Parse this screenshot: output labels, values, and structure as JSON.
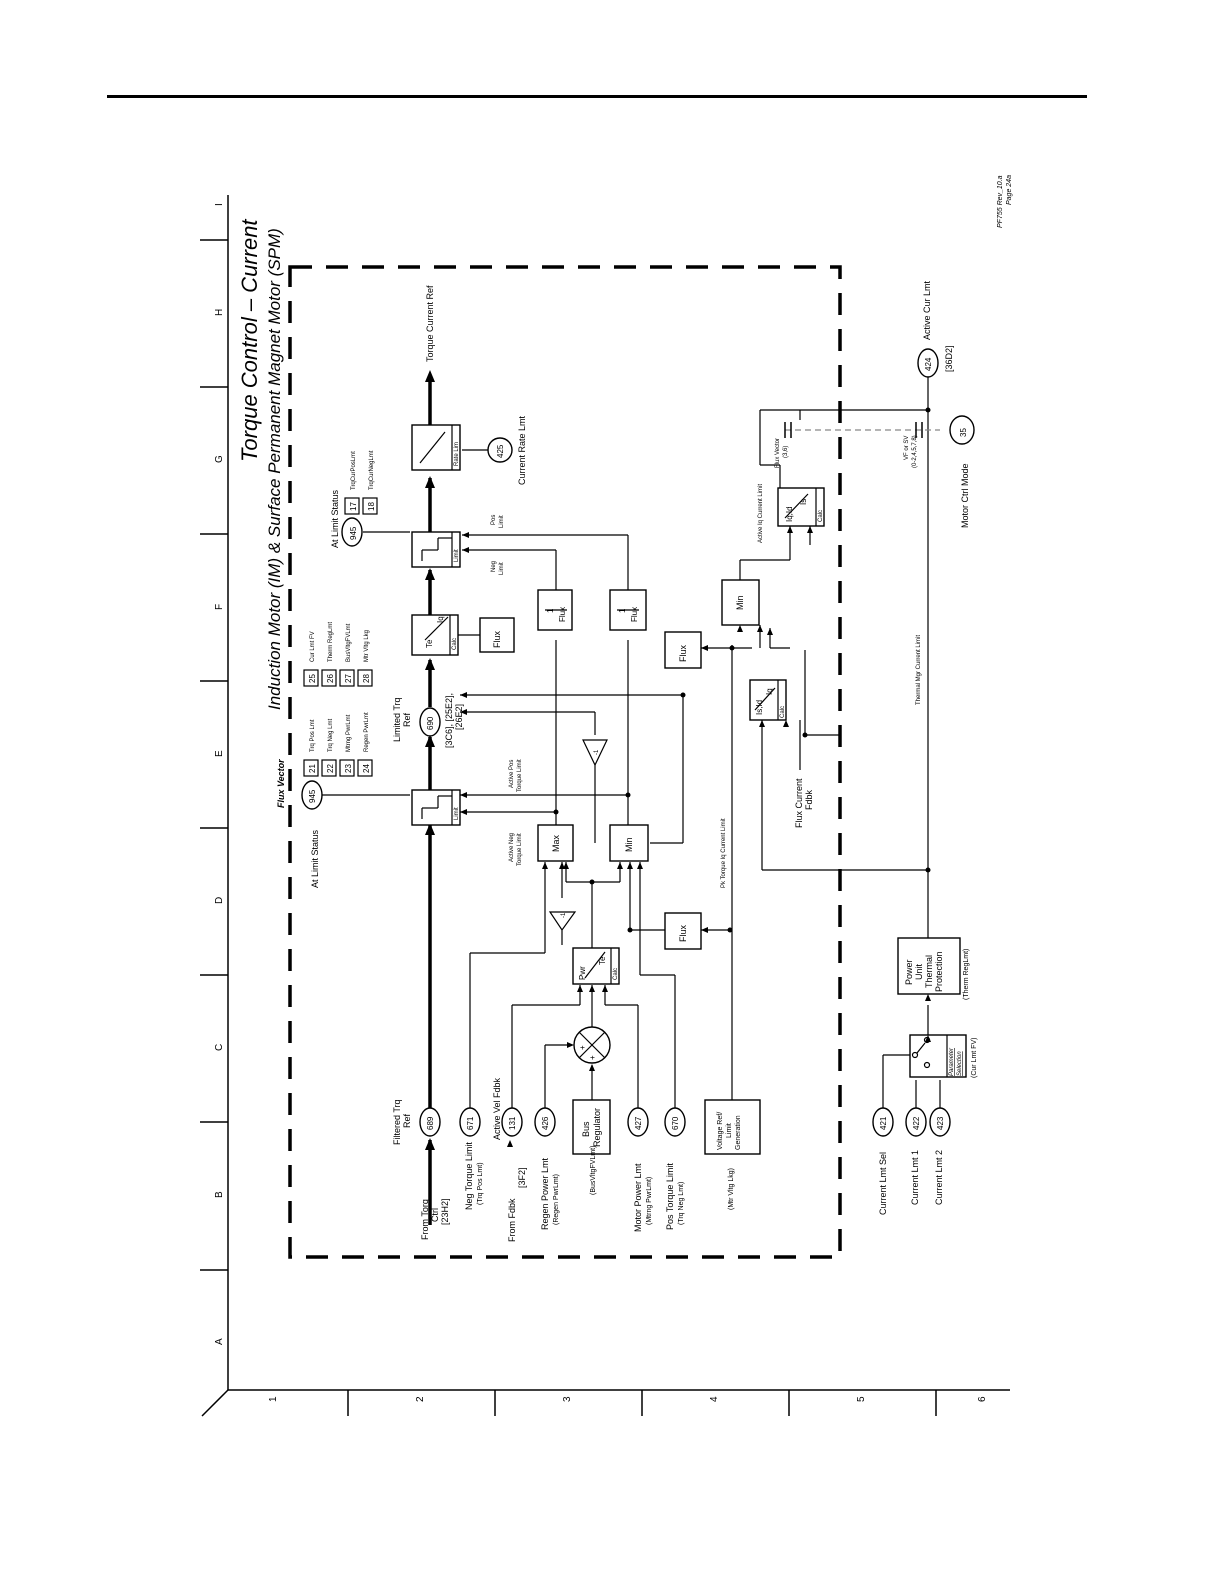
{
  "title": "Torque Control – Current",
  "subtitle": "Induction Motor (IM) & Surface Permanent Magnet Motor (SPM)",
  "rev": "PF755 Rev_10.a",
  "page": "Page 24a",
  "columns": [
    "A",
    "B",
    "C",
    "D",
    "E",
    "F",
    "G",
    "H",
    "I"
  ],
  "rows": [
    "1",
    "2",
    "3",
    "4",
    "5",
    "6"
  ],
  "inputs": {
    "from_torq": "From Torq",
    "ctrl": "Ctrl",
    "ref_23h2": "[23H2]",
    "filtered_trq": "Filtered Trq",
    "ref": "Ref",
    "p689": "689",
    "neg_torque_limit": "Neg Torque Limit",
    "trq_pos_lmt_paren": "(Trq Pos Lmt)",
    "p671": "671",
    "from_fdbk": "From Fdbk",
    "ref_3f2": "[3F2]",
    "active_vel_fdbk": "Active Vel Fdbk",
    "p131": "131",
    "regen_power_lmt": "Regen Power Lmt",
    "regen_pwrlmt_paren": "(Regen PwrLmt)",
    "p426": "426",
    "busvltgfvlmt_paren": "(BusVltgFVLmt)",
    "bus": "Bus",
    "regulator": "Regulator",
    "motor_power_lmt": "Motor Power Lmt",
    "mtrng_pwrlmt_paren": "(Mtrng PwrLmt)",
    "p427": "427",
    "pos_torque_limit": "Pos Torque Limit",
    "trq_neg_lmt_paren": "(Trq Neg Lmt)",
    "p670": "670",
    "mtr_vltg_lkg_paren": "(Mtr Vltg Lkg)",
    "voltage_ref": "Voltage Ref/",
    "limit": "Limit",
    "generation": "Generation",
    "current_lmt_sel": "Current Lmt Sel",
    "p421": "421",
    "current_lmt_1": "Current Lmt 1",
    "p422": "422",
    "current_lmt_2": "Current Lmt 2",
    "p423": "423"
  },
  "blocks": {
    "pwr": "Pwr",
    "te": "Te",
    "calc": "Calc",
    "flux": "Flux",
    "max": "Max",
    "min": "Min",
    "limit": "Limit",
    "iq": "Iq",
    "one": "1",
    "neg_one": "-1",
    "rate_lim": "Rate Lim",
    "is_id": "Is,Id",
    "iq_id": "Iq,Id",
    "is": "Is",
    "power": "Power",
    "unit": "Unit",
    "thermal": "Thermal",
    "protection": "Protection",
    "therm_reglmt_paren": "(Therm RegLmt)",
    "parameter": "Parameter",
    "selection": "Selection",
    "cur_lmt_fv_paren": "(Cur Lmt FV)",
    "plus": "+"
  },
  "labels": {
    "at_limit_status": "At Limit Status",
    "flux_vector": "Flux Vector",
    "p945": "945",
    "b21": "21",
    "b22": "22",
    "b23": "23",
    "b24": "24",
    "b25": "25",
    "b26": "26",
    "b27": "27",
    "b28": "28",
    "trq_pos_lmt": "Trq Pos Lmt",
    "trq_neg_lmt": "Trq Neg Lmt",
    "mtrng_pwrlmt": "Mtrng PwrLmt",
    "regen_pwrlmt": "Regen PwrLmt",
    "cur_lmt_fv": "Cur Lmt FV",
    "therm_reglmt": "Therm RegLmt",
    "busvltgfvlmt": "BusVltgFVLmt",
    "mtr_vltg_lkg": "Mtr Vltg Lkg",
    "limited_trq": "Limited Trq",
    "ref": "Ref",
    "p690": "690",
    "ref_3c6": "[3C6], [25E2],",
    "ref_26e2": "[26E2]",
    "active_pos": "Active Pos",
    "torque_limit": "Torque Limit",
    "active_neg": "Active Neg",
    "pk_torque": "Pk Torque Iq Current Limit",
    "neg": "Neg",
    "pos": "Pos",
    "limit_small": "Limit",
    "b17": "17",
    "b18": "18",
    "trqcurposlmt": "TrqCurPosLmt",
    "trqcurneglmt": "TrqCurNegLmt",
    "p425": "425",
    "current_rate_lmt": "Current Rate Lmt",
    "torque_current_ref": "Torque Current Ref",
    "active_iq_current_limit": "Active Iq Current Limit",
    "flux_vector_36": "Flux Vector",
    "fv_codes": "(3,6)",
    "vf_or_sv": "VF or SV",
    "vf_codes": "(0-2,4,5,7,8)",
    "p35": "35",
    "motor_ctrl_mode": "Motor Ctrl Mode",
    "p424": "424",
    "active_cur_lmt": "Active Cur Lmt",
    "ref_36d2": "[36D2]",
    "flux_current": "Flux Current",
    "fdbk": "Fdbk",
    "thermal_mgr": "Thermal Mgr Current Limit"
  }
}
